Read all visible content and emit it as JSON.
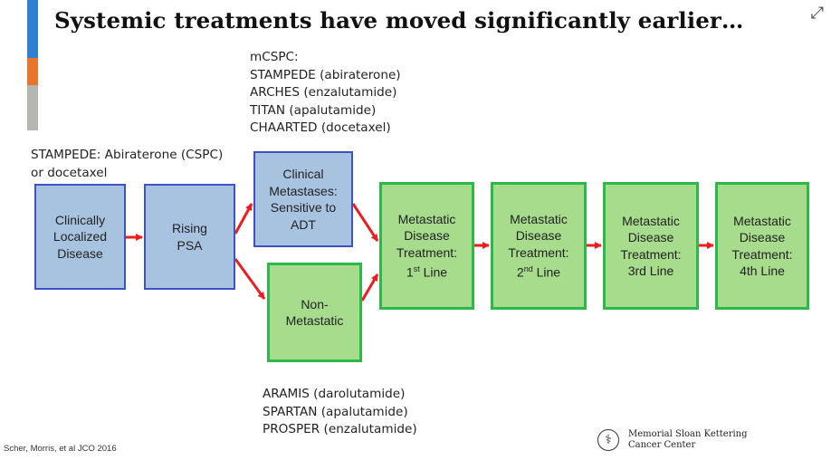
{
  "slide": {
    "title": "Systemic treatments have moved significantly earlier…",
    "expand_icon": "expand-diagonal-arrows",
    "accent_colors": [
      "#2f7fd3",
      "#e8742e",
      "#b6b6b0"
    ]
  },
  "notes": {
    "stampede": [
      "STAMPEDE: Abiraterone (CSPC)",
      "or docetaxel"
    ],
    "mcspc": [
      "mCSPC:",
      "STAMPEDE (abiraterone)",
      "ARCHES (enzalutamide)",
      "TITAN (apalutamide)",
      "CHAARTED (docetaxel)"
    ],
    "nmcrpc": [
      "ARAMIS (darolutamide)",
      "SPARTAN (apalutamide)",
      "PROSPER (enzalutamide)"
    ]
  },
  "boxes": {
    "localized": "Clinically\nLocalized\nDisease",
    "rising_psa": "Rising\nPSA",
    "clinical_metastases": "Clinical\nMetastases:\nSensitive to\nADT",
    "non_metastatic": "Non-\nMetastatic",
    "line1": "Metastatic\nDisease\nTreatment:\n1st Line",
    "line2": "Metastatic\nDisease\nTreatment:\n2nd Line",
    "line3": "Metastatic\nDisease\nTreatment:\n3rd Line",
    "line4": "Metastatic\nDisease\nTreatment:\n4th Line"
  },
  "colors": {
    "blue_fill": "#a8c3e0",
    "blue_border": "#3f51c7",
    "green_fill": "#a6dc8c",
    "green_border": "#2db84a",
    "arrow": "#ee1c1c"
  },
  "footer": {
    "citation": "Scher, Morris, et al JCO 2016",
    "logo_icon": "msk-logo-icon",
    "logo_line1": "Memorial Sloan Kettering",
    "logo_line2": "Cancer Center"
  }
}
